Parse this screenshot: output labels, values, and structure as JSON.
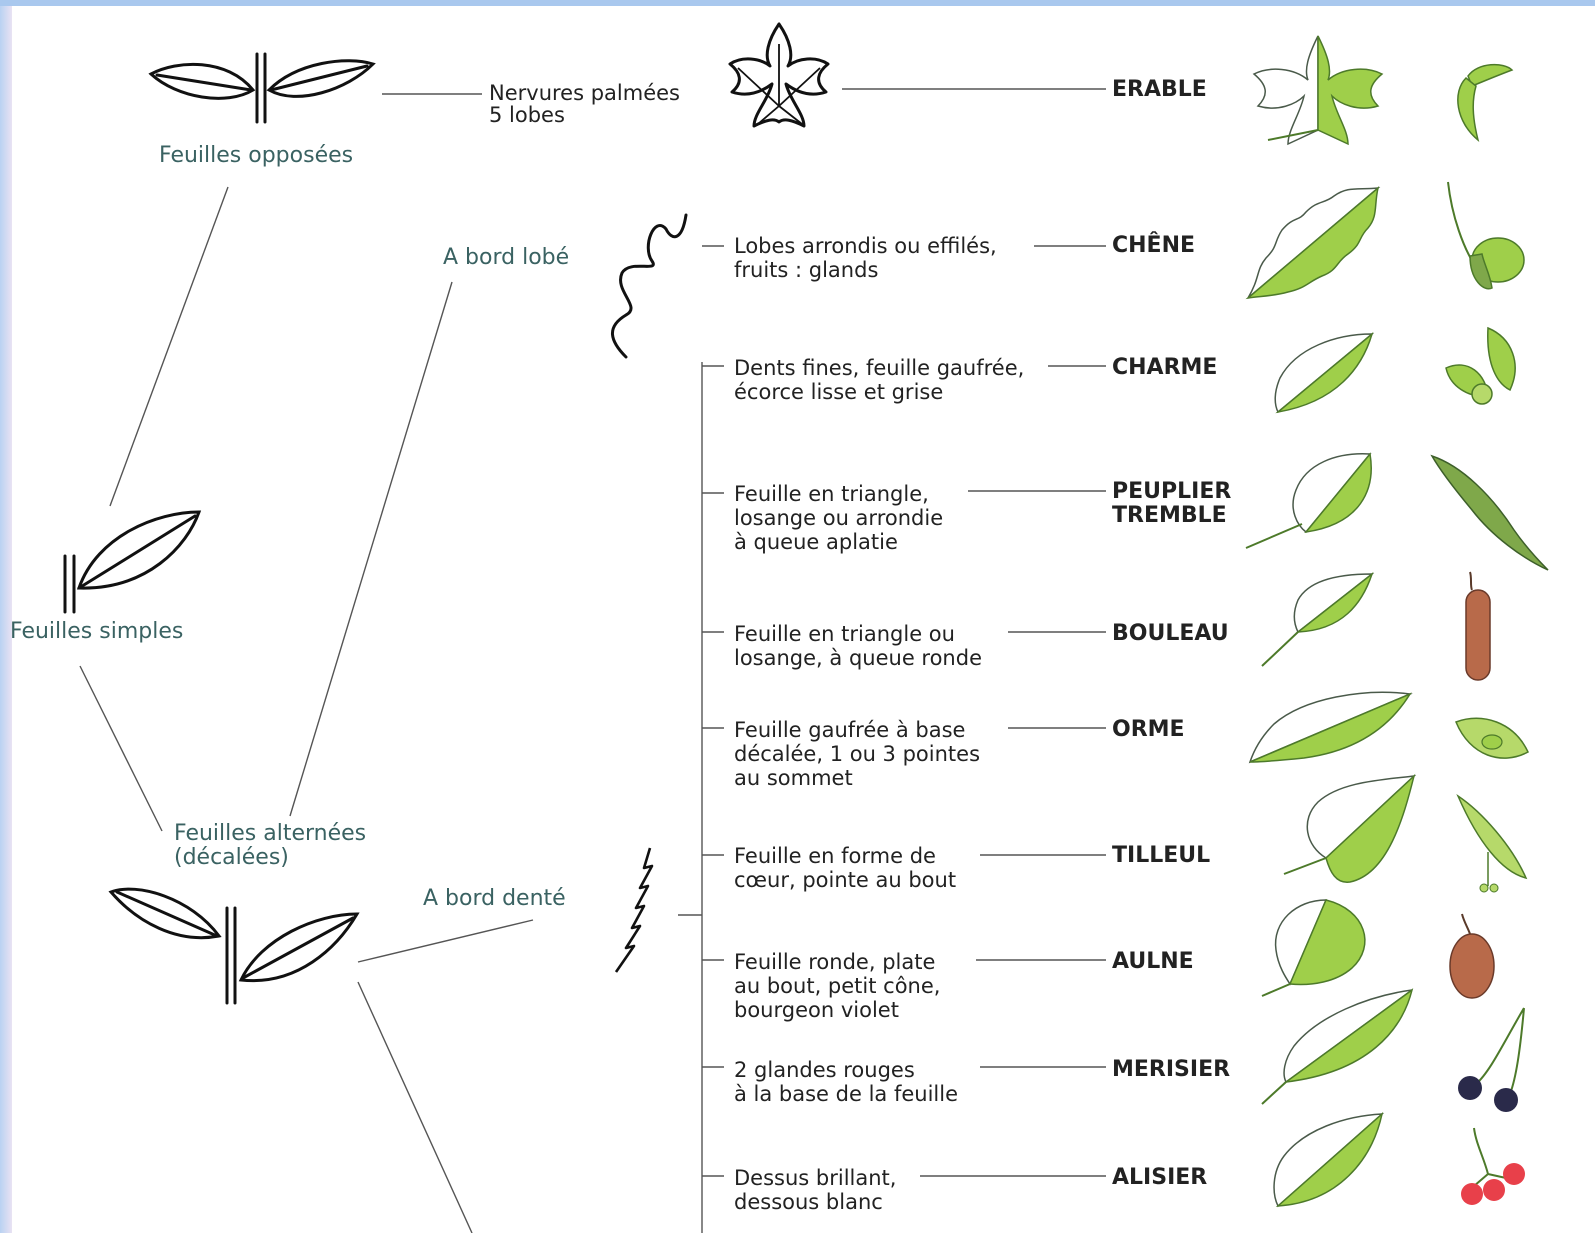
{
  "categories": {
    "opposite": "Feuilles opposées",
    "simple": "Feuilles simples",
    "alternate": "Feuilles alternées\n(décalées)",
    "lobed_edge": "A bord lobé",
    "toothed_edge": "A bord denté",
    "palmate": "Nervures palmées\n5 lobes"
  },
  "species": [
    {
      "key": "erable",
      "desc": "",
      "name": "ERABLE"
    },
    {
      "key": "chene",
      "desc": "Lobes arrondis ou effilés,\nfruits : glands",
      "name": "CHÊNE"
    },
    {
      "key": "charme",
      "desc": "Dents fines, feuille gaufrée,\nécorce lisse et grise",
      "name": "CHARME"
    },
    {
      "key": "peuplier",
      "desc": "Feuille en triangle,\nlosange ou arrondie\nà queue aplatie",
      "name": "PEUPLIER\nTREMBLE"
    },
    {
      "key": "bouleau",
      "desc": "Feuille en triangle ou\nlosange, à queue ronde",
      "name": "BOULEAU"
    },
    {
      "key": "orme",
      "desc": "Feuille gaufrée à base\ndécalée, 1 ou 3 pointes\nau sommet",
      "name": "ORME"
    },
    {
      "key": "tilleul",
      "desc": "Feuille en forme de\ncœur, pointe au bout",
      "name": "TILLEUL"
    },
    {
      "key": "aulne",
      "desc": "Feuille ronde, plate\nau bout, petit cône,\nbourgeon violet",
      "name": "AULNE"
    },
    {
      "key": "merisier",
      "desc": "2 glandes rouges\nà la base de la feuille",
      "name": "MERISIER"
    },
    {
      "key": "alisier",
      "desc": "Dessus brillant,\ndessous blanc",
      "name": "ALISIER"
    }
  ],
  "colors": {
    "leaf_green": "#9fcf4a",
    "leaf_outline": "#4d7a2a",
    "label_teal": "#3a6262",
    "line_gray": "#555555",
    "cherry": "#2a2a4a",
    "berry_red": "#e8404a",
    "catkin_brown": "#b86a4a"
  }
}
